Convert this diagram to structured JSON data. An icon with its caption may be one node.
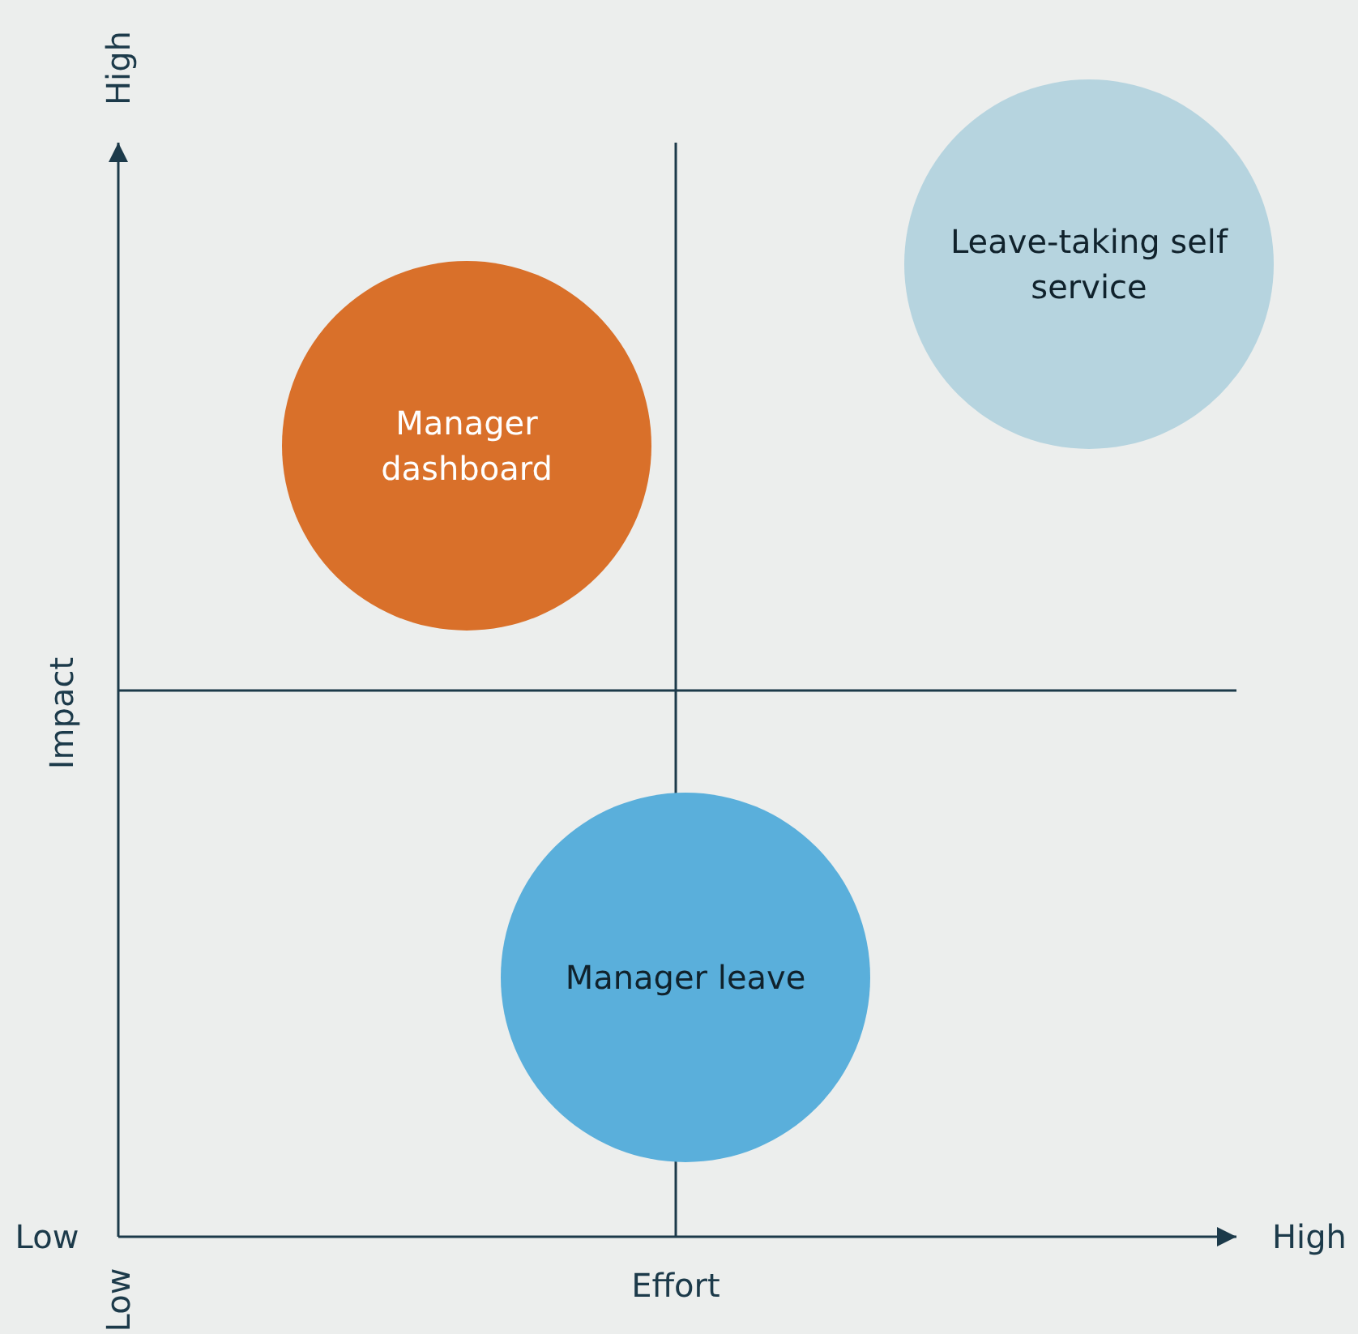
{
  "diagram": {
    "nodes": [
      {
        "text": [
          "Leave-taking self service"
        ]
      },
      {
        "text": [
          "Manager dashboard"
        ]
      },
      {
        "text": [
          "Manager leave"
        ]
      }
    ],
    "labels": [
      "High",
      "Impact",
      "Low",
      "High",
      "Effort",
      "Low"
    ]
  }
}
